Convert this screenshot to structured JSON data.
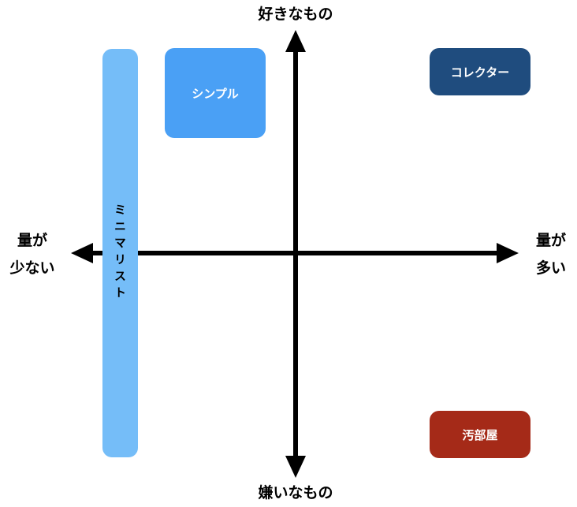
{
  "axes": {
    "top": "好きなもの",
    "bottom": "嫌いなもの",
    "left_line1": "量が",
    "left_line2": "少ない",
    "right_line1": "量が",
    "right_line2": "多い"
  },
  "categories": {
    "minimalist": {
      "label": "ミニマリスト",
      "color": "#75bdf8"
    },
    "simple": {
      "label": "シンプル",
      "color": "#4aa0f5"
    },
    "collector": {
      "label": "コレクター",
      "color": "#1f4c7e"
    },
    "messy_room": {
      "label": "汚部屋",
      "color": "#a52a18"
    }
  }
}
